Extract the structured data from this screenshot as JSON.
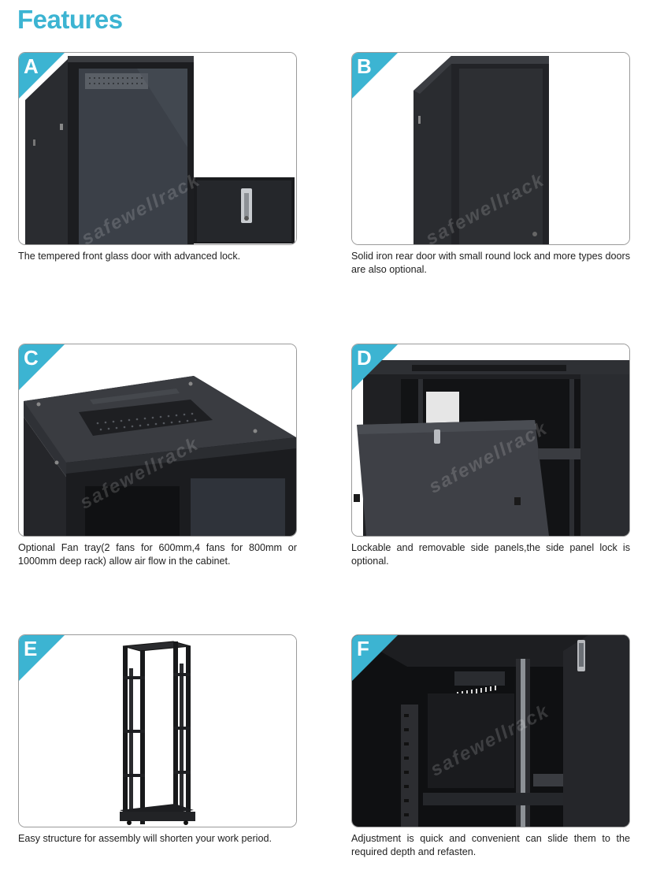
{
  "title": "Features",
  "watermark": "safewellrack",
  "features": [
    {
      "letter": "A",
      "caption": "The tempered front glass door with advanced lock."
    },
    {
      "letter": "B",
      "caption": "Solid iron rear door with small round lock and more types doors are also optional."
    },
    {
      "letter": "C",
      "caption": "Optional Fan tray(2 fans for 600mm,4 fans for 800mm or 1000mm deep rack) allow air flow in the cabinet."
    },
    {
      "letter": "D",
      "caption": "Lockable and removable side panels,the side panel lock is optional."
    },
    {
      "letter": "E",
      "caption": "Easy structure for assembly will shorten your work period."
    },
    {
      "letter": "F",
      "caption": "Adjustment is quick and convenient can slide them to the required depth and refasten."
    }
  ]
}
